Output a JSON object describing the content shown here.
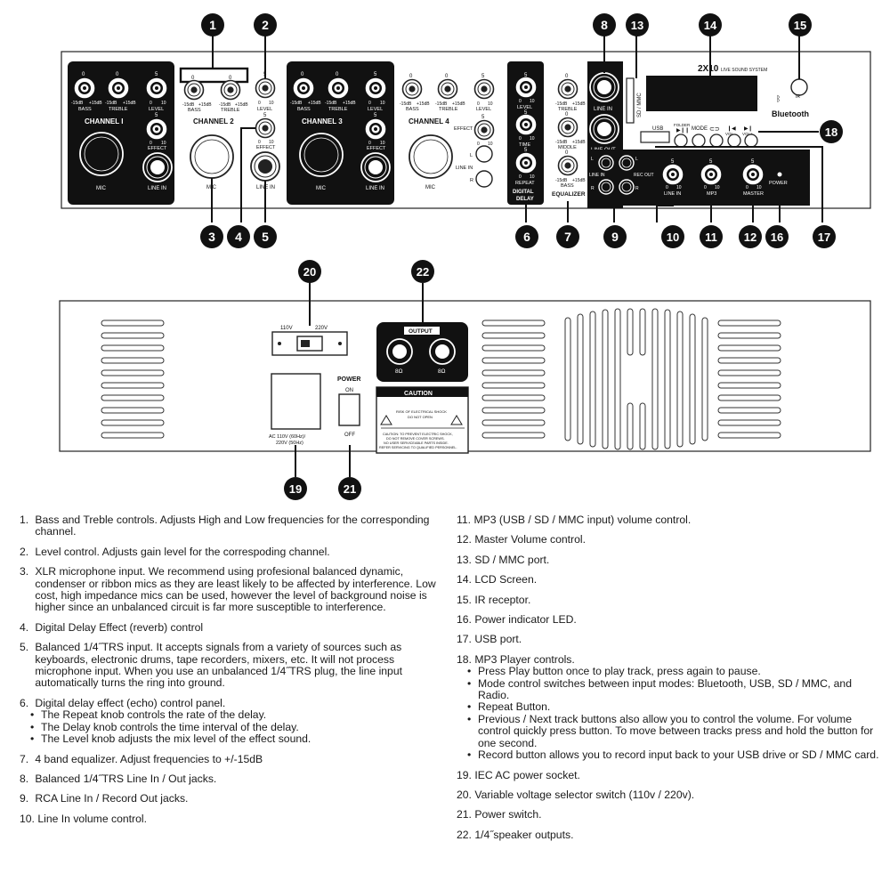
{
  "front_panel": {
    "ch1": {
      "title": "CHANNEL I",
      "bass": "BASS",
      "treble": "TREBLE",
      "level": "LEVEL",
      "effect": "EFFECT",
      "mic": "MIC",
      "line_in": "LINE IN"
    },
    "ch2": {
      "title": "CHANNEL 2",
      "bass": "BASS",
      "treble": "TREBLE",
      "level": "LEVEL",
      "effect": "EFFECT",
      "mic": "MIC",
      "line_in": "LINE IN"
    },
    "ch3": {
      "title": "CHANNEL 3",
      "bass": "BASS",
      "treble": "TREBLE",
      "level": "LEVEL",
      "effect": "EFFECT",
      "mic": "MIC",
      "line_in": "LINE IN"
    },
    "ch4": {
      "title": "CHANNEL 4",
      "bass": "BASS",
      "treble": "TREBLE",
      "level": "LEVEL",
      "effect": "EFFECT",
      "mic": "MIC",
      "line_in": "LINE IN",
      "l": "L",
      "r": "R"
    },
    "delay": {
      "level": "LEVEL",
      "time": "TIME",
      "repeat": "REPEAT",
      "title1": "DIGITAL",
      "title2": "DELAY"
    },
    "eq": {
      "treble": "TREBLE",
      "middle": "MIDDLE",
      "bass": "BASS",
      "title": "EQUALIZER"
    },
    "io": {
      "line_in": "LINE IN",
      "line_out": "LINE OUT",
      "l": "L",
      "r": "R",
      "rca_line_in": "LINE IN",
      "rec_out": "REC OUT"
    },
    "mp3": {
      "sd_mmc": "SD / MMC",
      "brand": "2X10",
      "tagline": "LIVE SOUND SYSTEM",
      "ir": "IR",
      "bluetooth": "Bluetooth",
      "usb": "USB",
      "folder": "FOLDER",
      "mode": "MODE",
      "vol_minus": "VOL-",
      "vol_plus": "VOL+",
      "line_in": "LINE IN",
      "mp3": "MP3",
      "master": "MASTER",
      "power": "POWER"
    },
    "scale": {
      "zero": "0",
      "five": "5",
      "ten": "10",
      "minus15": "-15dB",
      "plus15": "+15dB"
    }
  },
  "rear_panel": {
    "v110": "110V",
    "v220": "220V",
    "output": "OUTPUT",
    "ohm": "8Ω",
    "power": "POWER",
    "on": "ON",
    "off": "OFF",
    "ac1": "AC 110V (60Hz)/",
    "ac2": "220V (50Hz)",
    "caution": "CAUTION",
    "shock1": "RISK OF ELECTRICAL SHOCK",
    "shock2": "DO NOT OPEN",
    "warn1": "CAUTION: TO PREVENT ELECTRIC SHOCK,",
    "warn2": "DO NOT REMOVE COVER SCREWS.",
    "warn3": "NO USER SERVICEABLE PARTS INSIDE.",
    "warn4": "REFER SERVICING TO QUALIFIED PERSONNEL."
  },
  "callouts": [
    "1",
    "2",
    "3",
    "4",
    "5",
    "6",
    "7",
    "8",
    "9",
    "10",
    "11",
    "12",
    "13",
    "14",
    "15",
    "16",
    "17",
    "18",
    "19",
    "20",
    "21",
    "22"
  ],
  "legend_left": [
    {
      "num": "1.",
      "text": "Bass and Treble controls. Adjusts High and Low frequencies for the corresponding channel."
    },
    {
      "num": "2.",
      "text": "Level control. Adjusts gain level for the correspoding channel."
    },
    {
      "num": "3.",
      "text": "XLR microphone input. We recommend using profesional balanced dynamic, condenser or ribbon mics as they are least likely to be affected by interference. Low cost, high impedance mics can be used, however the level of background noise is higher since an unbalanced circuit is far more susceptible to interference."
    },
    {
      "num": "4.",
      "text": "Digital Delay Effect (reverb) control"
    },
    {
      "num": "5.",
      "text": "Balanced 1/4˝TRS input. It accepts signals from a variety of sources such as keyboards, electronic drums, tape recorders, mixers, etc. It will not process microphone input. When you use an unbalanced 1/4˝TRS plug, the line input automatically turns the ring into ground."
    },
    {
      "num": "6.",
      "text": "Digital delay effect (echo) control panel.",
      "bullets": [
        "The Repeat knob controls the rate of the delay.",
        "The Delay knob controls the time interval of the delay.",
        "The Level knob adjusts the mix level of the effect sound."
      ]
    },
    {
      "num": "7.",
      "text": "4 band equalizer. Adjust frequencies to +/-15dB"
    },
    {
      "num": "8.",
      "text": "Balanced 1/4˝TRS Line In / Out jacks."
    },
    {
      "num": "9.",
      "text": "RCA Line In / Record Out jacks."
    },
    {
      "num": "10.",
      "text": "Line In volume control."
    }
  ],
  "legend_right": [
    {
      "num": "11.",
      "text": "MP3  (USB / SD / MMC input) volume control."
    },
    {
      "num": "12.",
      "text": "Master Volume control."
    },
    {
      "num": "13.",
      "text": "SD / MMC port."
    },
    {
      "num": "14.",
      "text": "LCD Screen."
    },
    {
      "num": "15.",
      "text": "IR receptor."
    },
    {
      "num": "16.",
      "text": "Power indicator LED."
    },
    {
      "num": "17.",
      "text": "USB port."
    },
    {
      "num": "18.",
      "text": "MP3 Player controls.",
      "bullets": [
        "Press Play button once to play track, press again to pause.",
        "Mode control switches between input modes: Bluetooth, USB, SD / MMC, and Radio.",
        "Repeat Button.",
        "Previous / Next track buttons also allow you to control the volume. For volume control quickly press button. To move between tracks press and hold the button for one second.",
        "Record button allows you to record input back to your USB drive or SD / MMC card."
      ]
    },
    {
      "num": "19.",
      "text": "IEC AC power socket."
    },
    {
      "num": "20.",
      "text": "Variable voltage selector switch (110v / 220v)."
    },
    {
      "num": "21.",
      "text": "Power switch."
    },
    {
      "num": "22.",
      "text": "1/4˝speaker outputs."
    }
  ]
}
